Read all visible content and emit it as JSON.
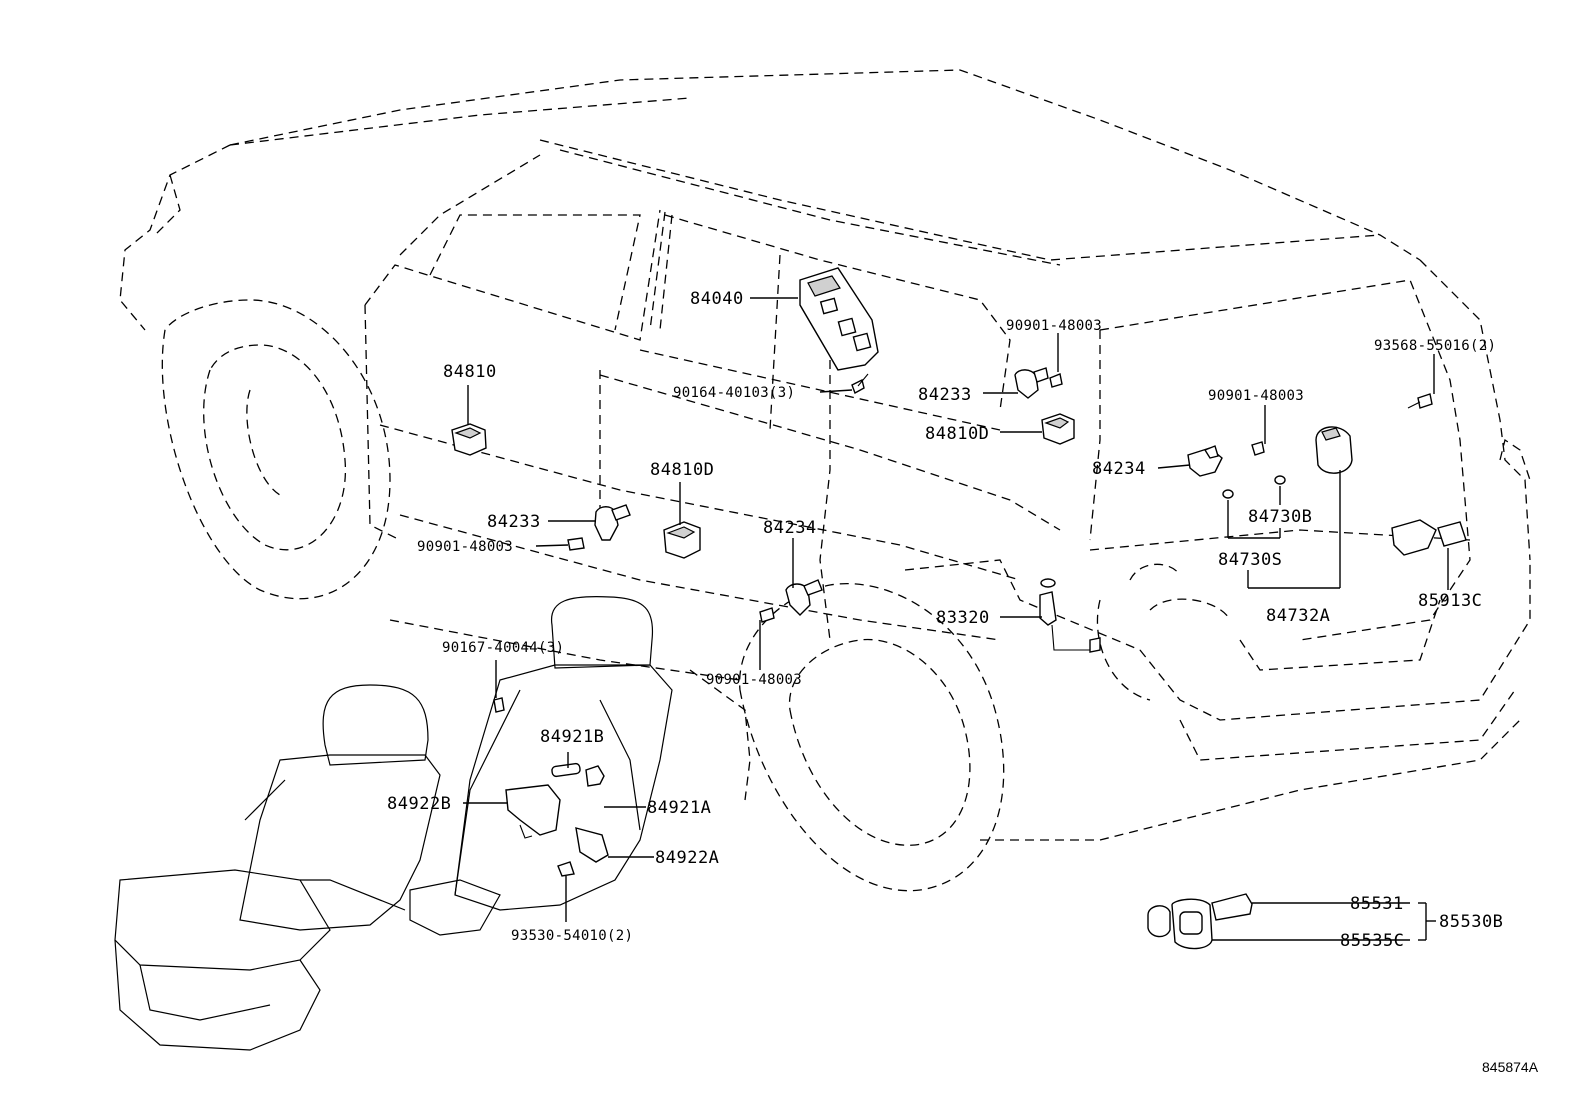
{
  "diagram_id": "845874A",
  "labels": {
    "p84040": "84040",
    "p84810_a": "84810",
    "p90164": "90164-40103(3)",
    "p90901_top": "90901-48003",
    "p84233_r": "84233",
    "p84810D_r": "84810D",
    "p93568": "93568-55016(2)",
    "p90901_mid": "90901-48003",
    "p84234_r": "84234",
    "p84730B": "84730B",
    "p84730S": "84730S",
    "p84732A": "84732A",
    "p85913C": "85913C",
    "p84810D_c": "84810D",
    "p84233_l": "84233",
    "p90901_left": "90901-48003",
    "p84234_c": "84234",
    "p83320": "83320",
    "p90167": "90167-40044(3)",
    "p90901_low": "90901-48003",
    "p84921B": "84921B",
    "p84922B": "84922B",
    "p84921A": "84921A",
    "p84922A": "84922A",
    "p93530": "93530-54010(2)",
    "p85531": "85531",
    "p85535C": "85535C",
    "p85530B": "85530B"
  }
}
